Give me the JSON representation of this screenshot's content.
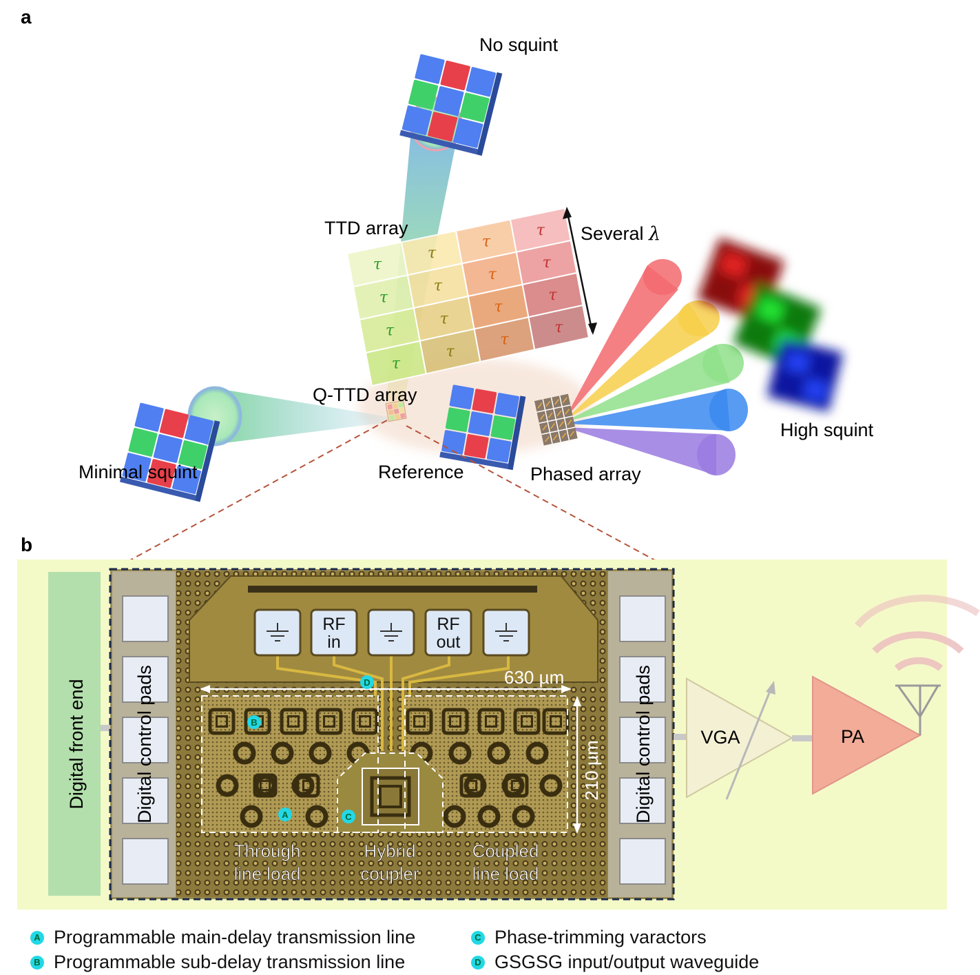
{
  "panel_a": {
    "letter": "a",
    "labels": {
      "no_squint": "No squint",
      "ttd_array": "TTD array",
      "several_lambda_prefix": "Several ",
      "several_lambda_symbol": "λ",
      "q_ttd_array": "Q-TTD array",
      "minimal_squint": "Minimal squint",
      "reference": "Reference",
      "phased_array": "Phased array",
      "high_squint": "High squint"
    },
    "tau_symbol": "τ",
    "colors": {
      "red": "#e8404a",
      "green": "#3fd06a",
      "blue": "#4f7ff0",
      "beam_red": "#f06a6a",
      "beam_yellow": "#f7cf4a",
      "beam_green": "#8fe08a",
      "beam_blue": "#3b8af0",
      "beam_purple": "#9a7ae0"
    }
  },
  "panel_b": {
    "letter": "b",
    "digital_front_end": "Digital front end",
    "digital_control_pads": "Digital control pads",
    "vga": "VGA",
    "pa": "PA",
    "chip": {
      "pads": [
        {
          "type": "ground"
        },
        {
          "type": "text",
          "line1": "RF",
          "line2": "in"
        },
        {
          "type": "ground"
        },
        {
          "type": "text",
          "line1": "RF",
          "line2": "out"
        },
        {
          "type": "ground"
        }
      ],
      "dimension_width": "630 µm",
      "dimension_height": "210 µm",
      "region_labels": [
        {
          "line1": "Through",
          "line2": "line load"
        },
        {
          "line1": "Hybrid",
          "line2": "coupler"
        },
        {
          "line1": "Coupled",
          "line2": "line load"
        }
      ],
      "markers": [
        "A",
        "B",
        "C",
        "D"
      ]
    },
    "colors": {
      "background": "#f4f9c8",
      "front_end": "#b3dfac",
      "vga": "#f3f0d4",
      "pa": "#f2ac98",
      "chip": "#8c7a3c"
    }
  },
  "legend": [
    {
      "marker": "A",
      "text": "Programmable main-delay transmission line"
    },
    {
      "marker": "B",
      "text": "Programmable sub-delay transmission line"
    },
    {
      "marker": "C",
      "text": "Phase-trimming varactors"
    },
    {
      "marker": "D",
      "text": "GSGSG input/output waveguide"
    }
  ]
}
